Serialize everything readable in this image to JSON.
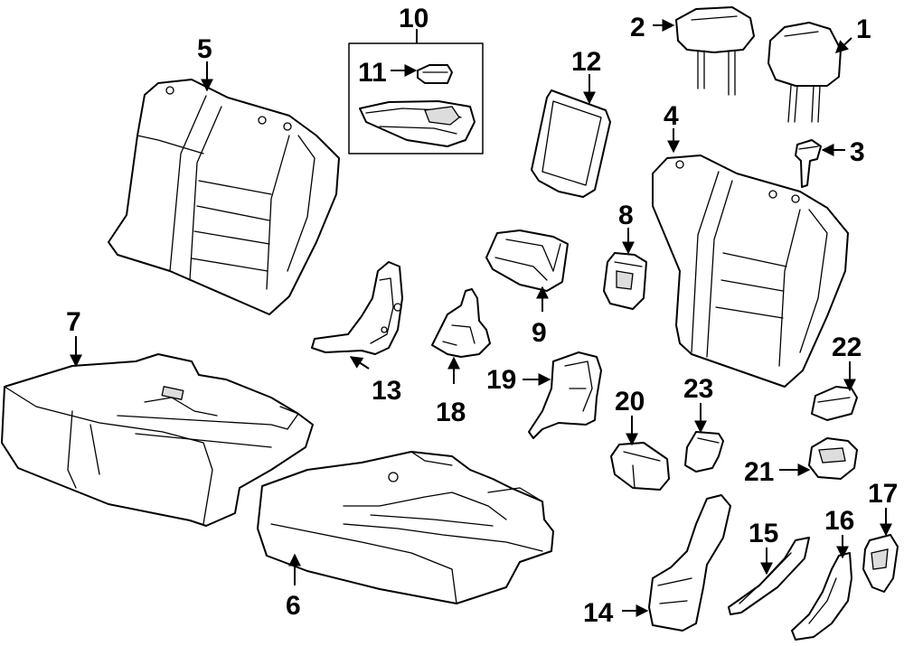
{
  "diagram": {
    "callouts": [
      {
        "id": "1",
        "label": "1"
      },
      {
        "id": "2",
        "label": "2"
      },
      {
        "id": "3",
        "label": "3"
      },
      {
        "id": "4",
        "label": "4"
      },
      {
        "id": "5",
        "label": "5"
      },
      {
        "id": "6",
        "label": "6"
      },
      {
        "id": "7",
        "label": "7"
      },
      {
        "id": "8",
        "label": "8"
      },
      {
        "id": "9",
        "label": "9"
      },
      {
        "id": "10",
        "label": "10"
      },
      {
        "id": "11",
        "label": "11"
      },
      {
        "id": "12",
        "label": "12"
      },
      {
        "id": "13",
        "label": "13"
      },
      {
        "id": "14",
        "label": "14"
      },
      {
        "id": "15",
        "label": "15"
      },
      {
        "id": "16",
        "label": "16"
      },
      {
        "id": "17",
        "label": "17"
      },
      {
        "id": "18",
        "label": "18"
      },
      {
        "id": "19",
        "label": "19"
      },
      {
        "id": "20",
        "label": "20"
      },
      {
        "id": "21",
        "label": "21"
      },
      {
        "id": "22",
        "label": "22"
      },
      {
        "id": "23",
        "label": "23"
      }
    ],
    "colors": {
      "line": "#000000",
      "background": "#ffffff"
    }
  }
}
